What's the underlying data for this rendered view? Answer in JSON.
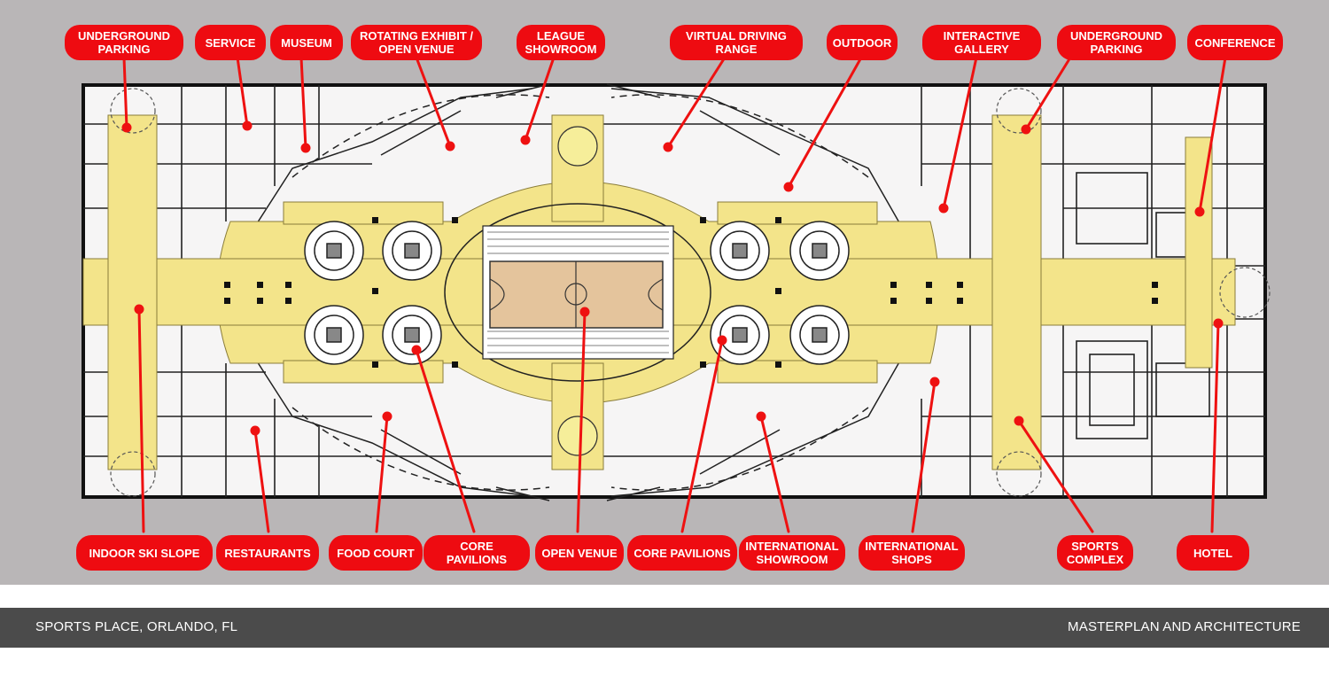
{
  "labels": {
    "top": [
      {
        "id": "underground-parking-left",
        "text": "UNDERGROUND\nPARKING"
      },
      {
        "id": "service",
        "text": "SERVICE"
      },
      {
        "id": "museum",
        "text": "MUSEUM"
      },
      {
        "id": "rotating-exhibit",
        "text": "ROTATING EXHIBIT /\nOPEN VENUE"
      },
      {
        "id": "league-showroom",
        "text": "LEAGUE\nSHOWROOM"
      },
      {
        "id": "virtual-driving-range",
        "text": "VIRTUAL DRIVING\nRANGE"
      },
      {
        "id": "outdoor",
        "text": "OUTDOOR"
      },
      {
        "id": "interactive-gallery",
        "text": "INTERACTIVE\nGALLERY"
      },
      {
        "id": "underground-parking-right",
        "text": "UNDERGROUND\nPARKING"
      },
      {
        "id": "conference",
        "text": "CONFERENCE"
      }
    ],
    "bottom": [
      {
        "id": "indoor-ski-slope",
        "text": "INDOOR SKI SLOPE"
      },
      {
        "id": "restaurants",
        "text": "RESTAURANTS"
      },
      {
        "id": "food-court",
        "text": "FOOD COURT"
      },
      {
        "id": "core-pavilions-left",
        "text": "CORE PAVILIONS"
      },
      {
        "id": "open-venue",
        "text": "OPEN VENUE"
      },
      {
        "id": "core-pavilions-right",
        "text": "CORE PAVILIONS"
      },
      {
        "id": "international-showroom",
        "text": "INTERNATIONAL\nSHOWROOM"
      },
      {
        "id": "international-shops",
        "text": "INTERNATIONAL\nSHOPS"
      },
      {
        "id": "sports-complex",
        "text": "SPORTS\nCOMPLEX"
      },
      {
        "id": "hotel",
        "text": "HOTEL"
      }
    ]
  },
  "footer": {
    "project": "SPORTS PLACE, ORLANDO, FL",
    "discipline": "MASTERPLAN AND ARCHITECTURE"
  },
  "colors": {
    "background": "#b9b6b7",
    "label": "#ee0b11",
    "circulation": "#f3e48a",
    "court": "#e4c49c",
    "footer": "#4b4b4b"
  }
}
